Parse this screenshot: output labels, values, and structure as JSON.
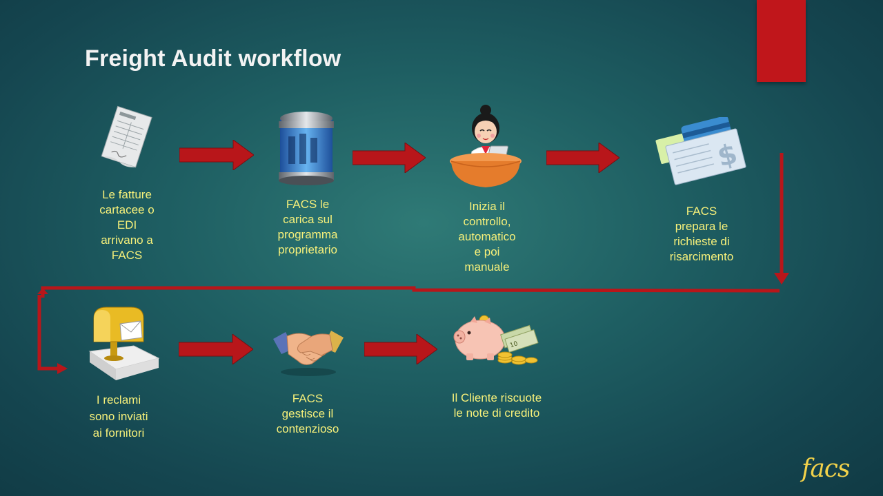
{
  "slide": {
    "title": "Freight Audit workflow",
    "logo_text": "facs"
  },
  "steps": [
    {
      "label": "Le fatture\ncartacee o\nEDI\narrivano a\nFACS",
      "icon": "invoice-icon"
    },
    {
      "label": "FACS le\ncarica sul\nprogramma\nproprietario",
      "icon": "database-icon"
    },
    {
      "label": "Inizia il\ncontrollo,\nautomatico\ne poi\nmanuale",
      "icon": "operator-icon"
    },
    {
      "label": "FACS\nprepara le\nrichieste di\nrisarcimento",
      "icon": "check-money-icon"
    },
    {
      "label": "I reclami\nsono inviati\nai fornitori",
      "icon": "mailbox-icon"
    },
    {
      "label": "FACS\ngestisce il\ncontenzioso",
      "icon": "handshake-icon"
    },
    {
      "label": "Il Cliente riscuote\nle note di credito",
      "icon": "piggy-bank-icon"
    }
  ],
  "colors": {
    "arrow": "#b8161a",
    "label": "#f6f07a",
    "title": "#f3f3f3",
    "accent": "#c0161b",
    "logo": "#f2d24a"
  }
}
